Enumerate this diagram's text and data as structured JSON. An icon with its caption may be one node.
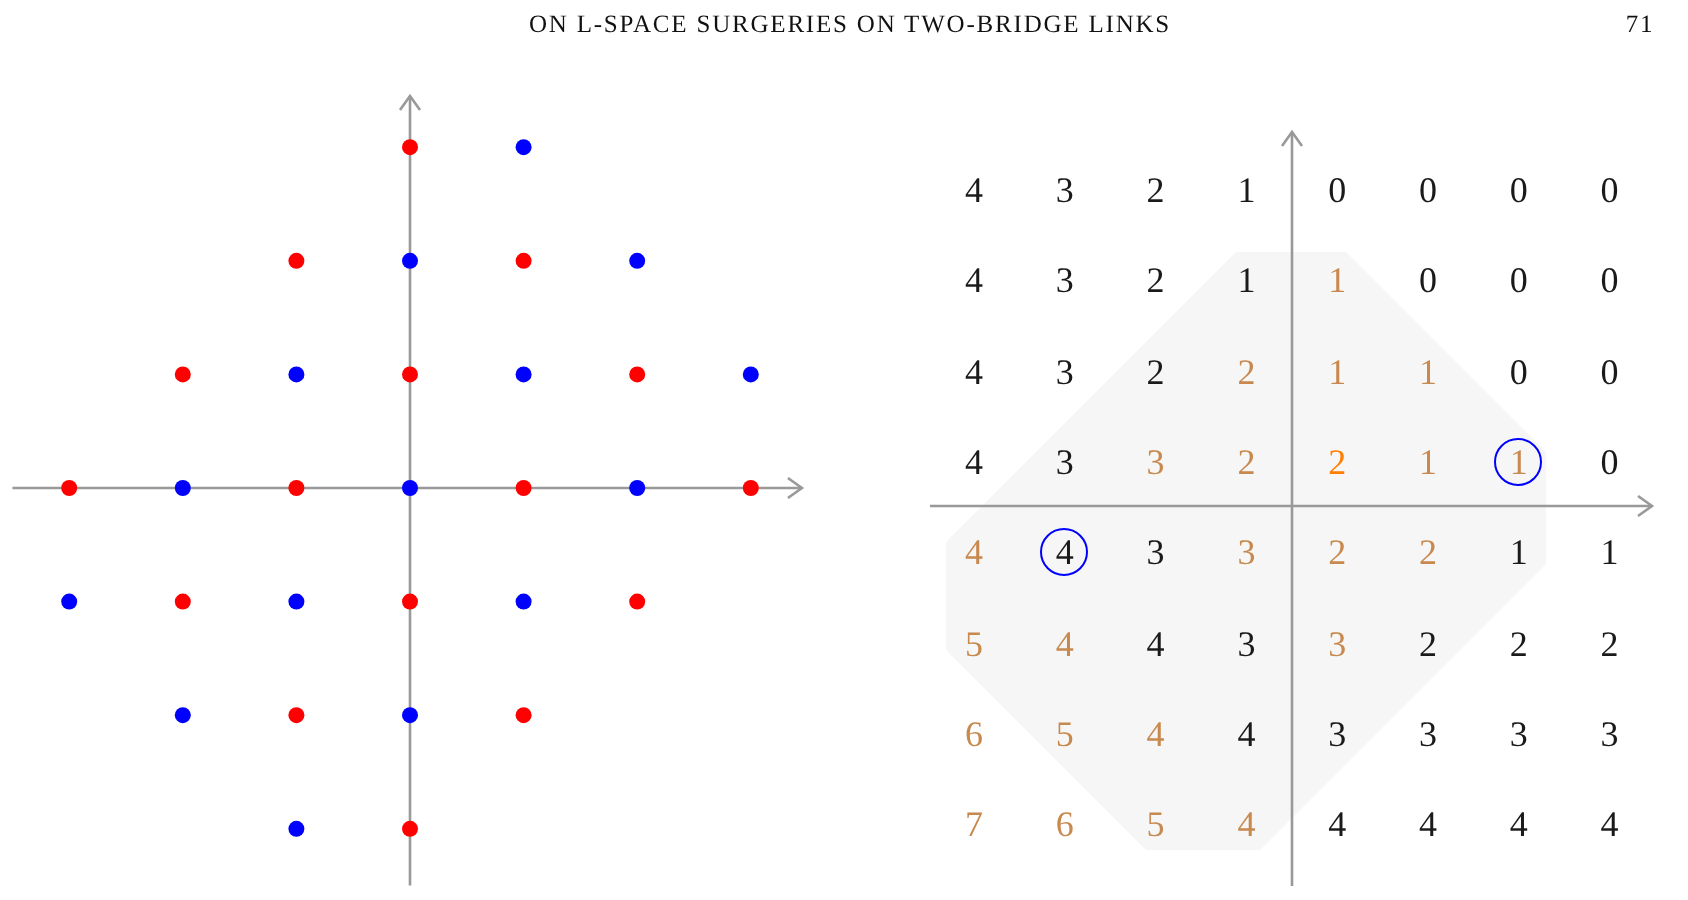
{
  "diagram": {
    "nodes": [
      {
        "text": [
          "1"
        ]
      },
      {
        "text": [
          "4"
        ]
      }
    ],
    "labels": [
      "ON L-SPACE SURGERIES ON TWO-BRIDGE LINKS",
      "71",
      "4",
      "3",
      "2",
      "1",
      "0",
      "0",
      "0",
      "0",
      "4",
      "3",
      "2",
      "1",
      "1",
      "0",
      "0",
      "0",
      "4",
      "3",
      "2",
      "2",
      "1",
      "1",
      "0",
      "0",
      "4",
      "3",
      "3",
      "2",
      "2",
      "1",
      "0",
      "4",
      "3",
      "3",
      "2",
      "2",
      "1",
      "1",
      "5",
      "4",
      "4",
      "3",
      "3",
      "2",
      "2",
      "2",
      "6",
      "5",
      "4",
      "4",
      "3",
      "3",
      "3",
      "3",
      "7",
      "6",
      "5",
      "4",
      "4",
      "4",
      "4",
      "4"
    ]
  }
}
